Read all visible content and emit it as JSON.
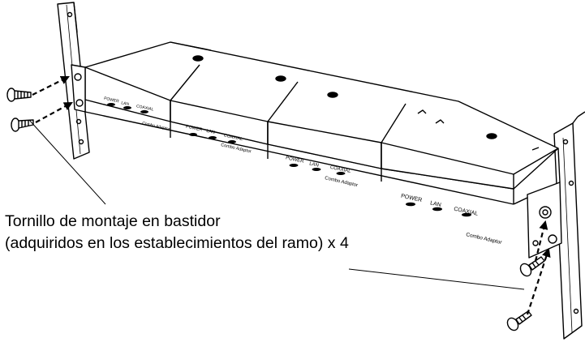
{
  "caption": {
    "line1": "Tornillo de montaje en bastidor",
    "line2": "(adquiridos en los establecimientos del ramo) x 4"
  },
  "adapter_labels": {
    "led_power": "POWER",
    "led_lan": "LAN",
    "led_coaxial": "COAXIAL",
    "brand": "Combo Adaptor"
  },
  "adapter_count": 4,
  "screw_count": 4
}
